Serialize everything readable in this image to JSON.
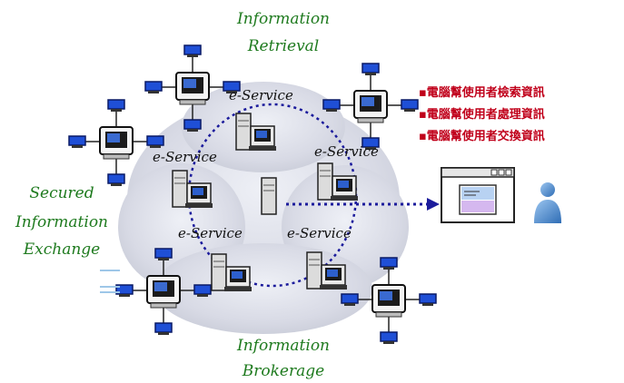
{
  "labels": {
    "information_retrieval": [
      "Information",
      "Retrieval"
    ],
    "secured_exchange": [
      "Secured",
      "Information",
      "Exchange"
    ],
    "information_brokerage": [
      "Information",
      "Brokerage"
    ]
  },
  "services": [
    {
      "label": "e-Service"
    },
    {
      "label": "e-Service"
    },
    {
      "label": "e-Service"
    },
    {
      "label": "e-Service"
    },
    {
      "label": "e-Service"
    }
  ],
  "features": [
    "▪電腦幫使用者檢索資訊",
    "▪電腦幫使用者處理資訊",
    "▪電腦幫使用者交換資訊"
  ],
  "colors": {
    "label_green": "#1e7a1e",
    "feature_red": "#c0001a",
    "dotted_line": "#1c1c9c",
    "cloud": "#d9dbe6",
    "user": "#4a86c8"
  },
  "icons": [
    "network-hub-icon",
    "server-icon",
    "application-window-icon",
    "user-icon",
    "cloud-icon"
  ]
}
